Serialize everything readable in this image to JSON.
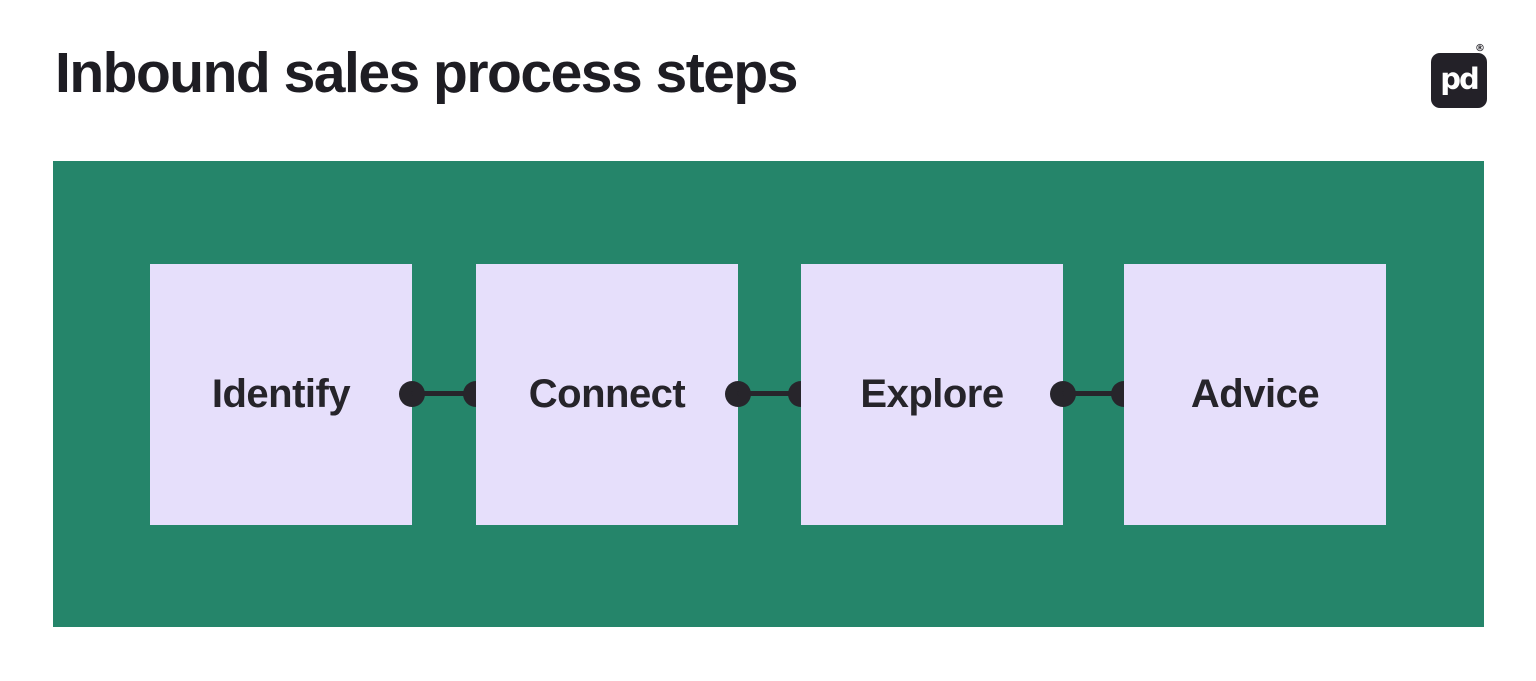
{
  "header": {
    "title": "Inbound sales process steps",
    "logo": {
      "monogram": "pd",
      "registered_mark": "®",
      "bg_color": "#232128"
    }
  },
  "diagram": {
    "panel_color": "#25856a",
    "box_color": "#e6dffb",
    "connector_color": "#27252b",
    "label_color": "#26242a",
    "steps": [
      {
        "label": "Identify"
      },
      {
        "label": "Connect"
      },
      {
        "label": "Explore"
      },
      {
        "label": "Advice"
      }
    ]
  }
}
